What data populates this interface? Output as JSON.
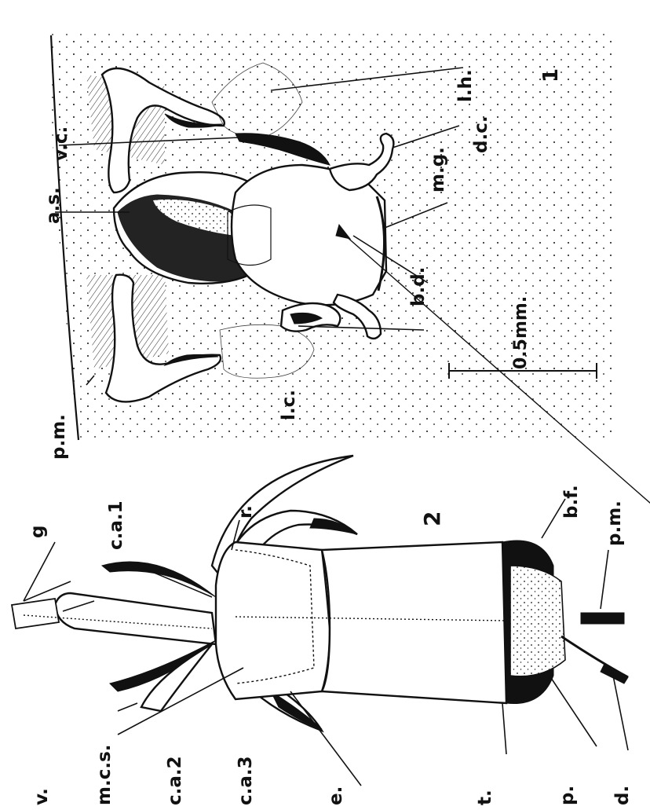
{
  "figure": {
    "number": "2",
    "scale_bar_label": "0.5mm.",
    "plate_number": "1"
  },
  "labels_top": {
    "pm": "p.m.",
    "lc": "l.c.",
    "bd": "b.d.",
    "mg": "m.g.",
    "dc": "d.c.",
    "lh": "l.h.",
    "as": "a.s.",
    "vc": "v.c."
  },
  "labels_bottom": {
    "v": "v.",
    "mcs": "m.c.s.",
    "ca2": "c.a.2",
    "ca3": "c.a.3",
    "e": "e.",
    "t": "t.",
    "p": "p.",
    "d": "d.",
    "g": "g",
    "ca1": "c.a.1",
    "r": "r.",
    "bf": "b.f.",
    "pm": "p.m."
  },
  "colors": {
    "ink": "#111111",
    "paper": "#ffffff"
  }
}
